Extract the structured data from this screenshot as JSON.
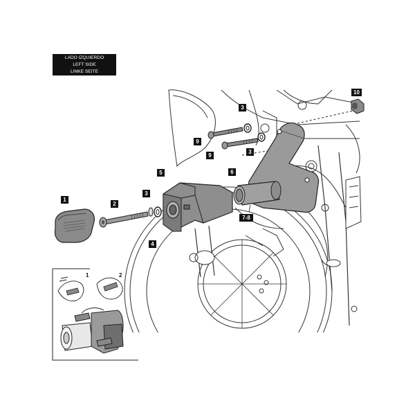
{
  "side_label": {
    "lines": [
      "LADO IZQUIERDO",
      "LEFT SIDE",
      "LINKE SEITE"
    ]
  },
  "callouts": {
    "c1": "1",
    "c2": "2",
    "c3a": "3",
    "c3b": "3",
    "c3c": "3",
    "c4": "4",
    "c5": "5",
    "c6": "6",
    "c78": "7-8",
    "c9a": "9",
    "c9b": "9",
    "c10": "10"
  },
  "inset": {
    "step1": "1",
    "step2": "2"
  },
  "colors": {
    "line": "#222222",
    "part_gray": "#9a9a9a",
    "part_dark": "#6e6e6e",
    "label_bg": "#111111"
  }
}
